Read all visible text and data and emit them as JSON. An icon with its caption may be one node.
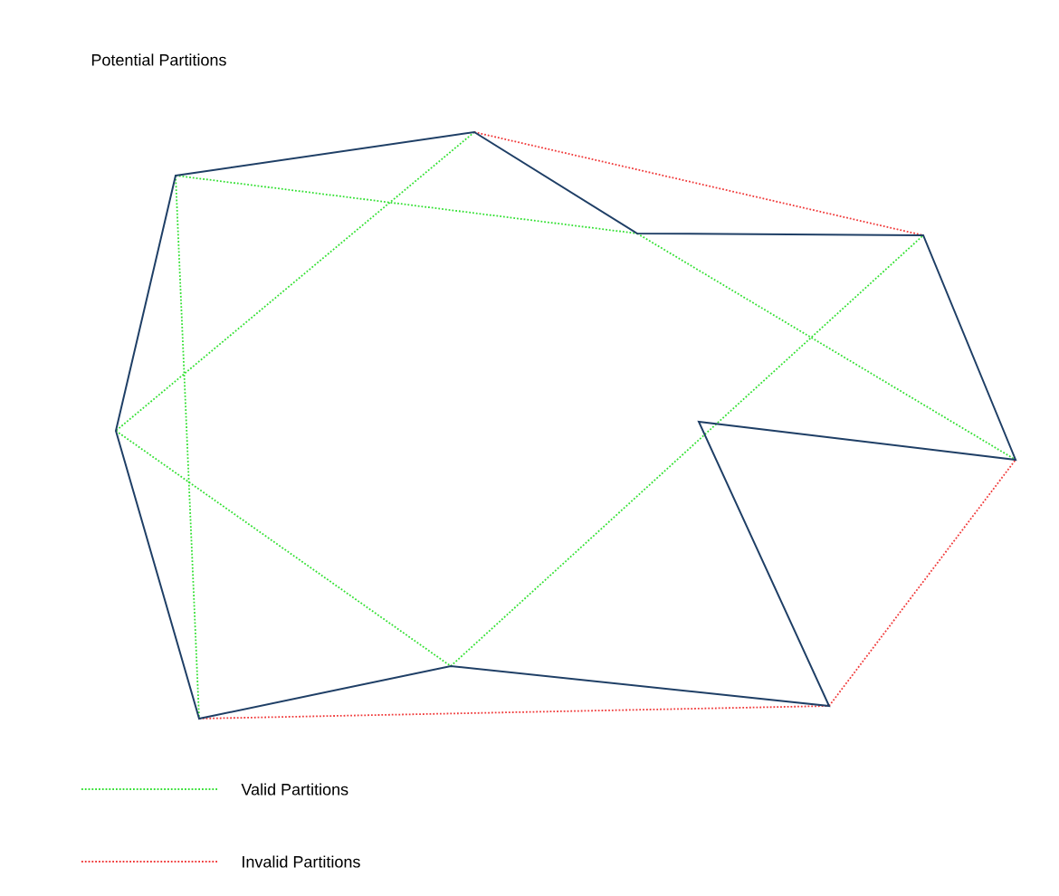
{
  "diagram": {
    "title": "Potential Partitions",
    "legend": [
      {
        "text": "Valid Partitions"
      },
      {
        "text": "Invalid Partitions"
      }
    ]
  }
}
